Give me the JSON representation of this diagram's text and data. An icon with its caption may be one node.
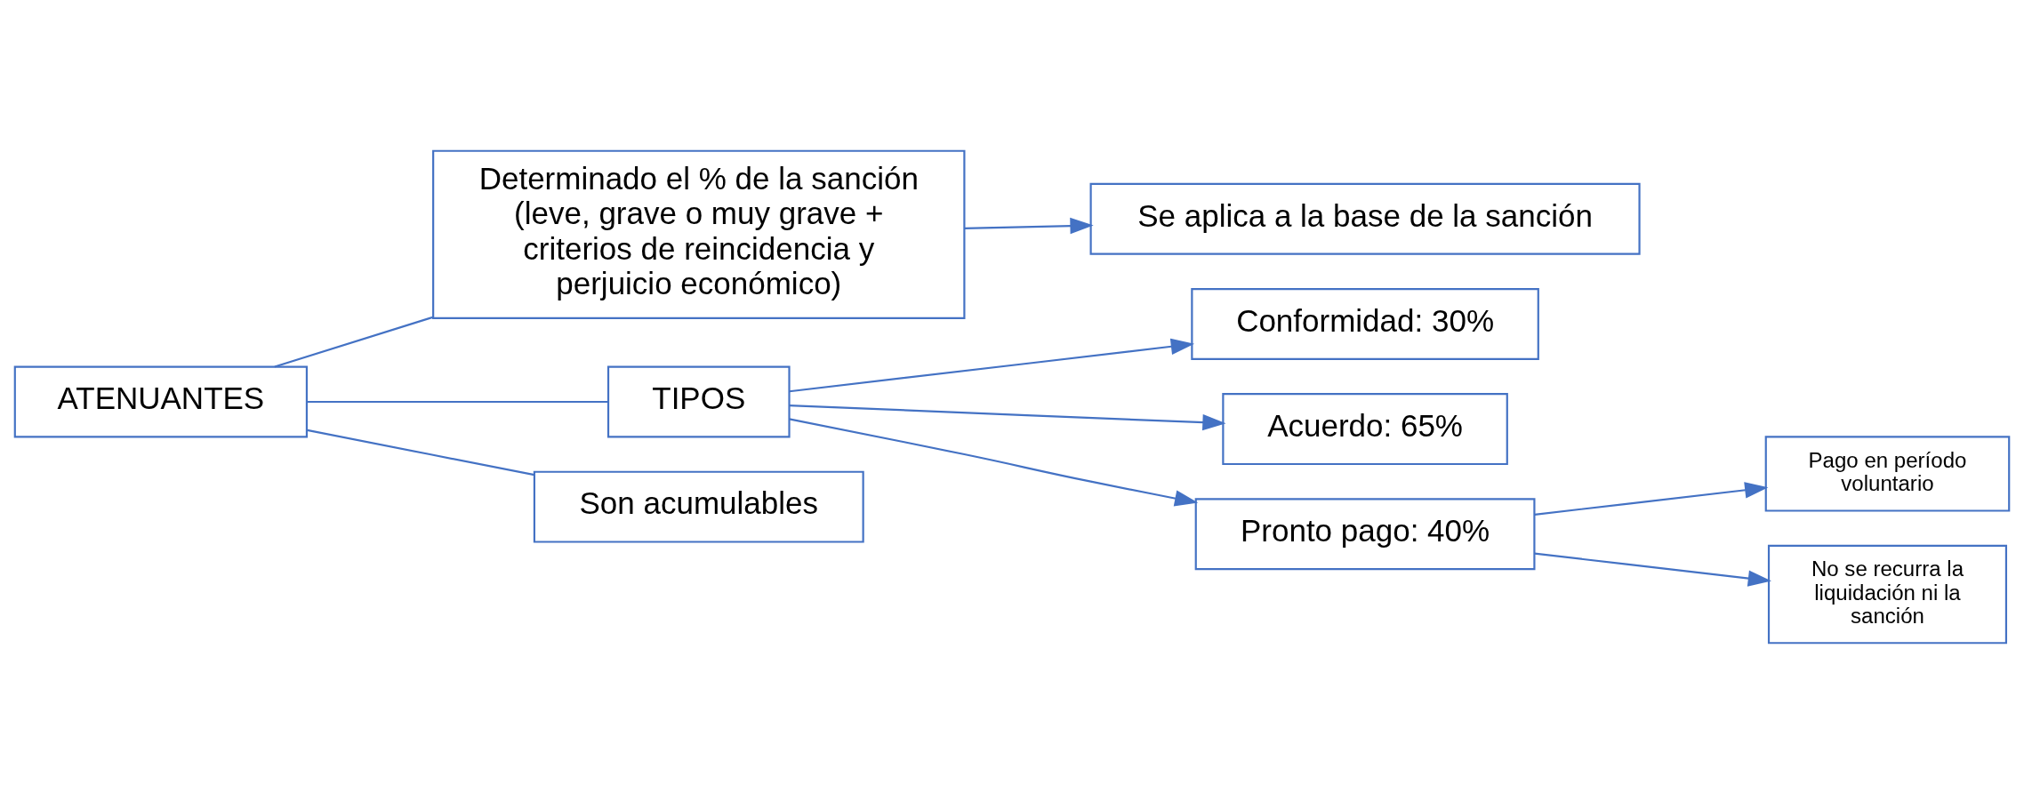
{
  "diagram": {
    "nodes": [
      {
        "text": [
          "ATENUANTES"
        ]
      },
      {
        "text": [
          "Determinado el % de la sanción (leve, grave o muy grave + criterios de reincidencia y perjuicio económico)"
        ]
      },
      {
        "text": [
          "Se aplica a la base de la sanción"
        ]
      },
      {
        "text": [
          "TIPOS"
        ]
      },
      {
        "text": [
          "Conformidad: 30%"
        ]
      },
      {
        "text": [
          "Acuerdo: 65%"
        ]
      },
      {
        "text": [
          "Pronto pago: 40%"
        ]
      },
      {
        "text": [
          "Pago en período voluntario"
        ]
      },
      {
        "text": [
          "No se recurra la liquidación ni la sanción"
        ]
      },
      {
        "text": [
          "Son acumulables"
        ]
      }
    ],
    "edges": [
      {
        "from": 0,
        "to": 1,
        "arrow": "none"
      },
      {
        "from": 0,
        "to": 3,
        "arrow": "none"
      },
      {
        "from": 0,
        "to": 9,
        "arrow": "none"
      },
      {
        "from": 1,
        "to": 2,
        "arrow": "to"
      },
      {
        "from": 3,
        "to": 4,
        "arrow": "to"
      },
      {
        "from": 3,
        "to": 5,
        "arrow": "to"
      },
      {
        "from": 3,
        "to": 6,
        "arrow": "to"
      },
      {
        "from": 6,
        "to": 7,
        "arrow": "to"
      },
      {
        "from": 6,
        "to": 8,
        "arrow": "to"
      }
    ]
  }
}
